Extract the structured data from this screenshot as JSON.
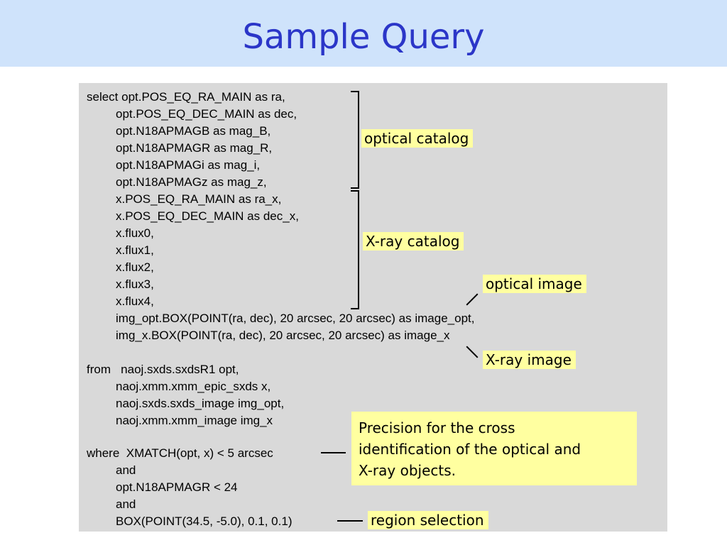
{
  "title": "Sample Query",
  "code": {
    "lines": [
      "select opt.POS_EQ_RA_MAIN as ra,",
      "opt.POS_EQ_DEC_MAIN as dec,",
      "opt.N18APMAGB as mag_B,",
      "opt.N18APMAGR as mag_R,",
      "opt.N18APMAGi as mag_i,",
      "opt.N18APMAGz as mag_z,",
      "x.POS_EQ_RA_MAIN as ra_x,",
      "x.POS_EQ_DEC_MAIN as dec_x,",
      "x.flux0,",
      "x.flux1,",
      "x.flux2,",
      "x.flux3,",
      "x.flux4,",
      "img_opt.BOX(POINT(ra, dec), 20 arcsec, 20 arcsec) as image_opt,",
      "img_x.BOX(POINT(ra, dec), 20 arcsec, 20 arcsec) as image_x",
      "from   naoj.sxds.sxdsR1 opt,",
      "naoj.xmm.xmm_epic_sxds x,",
      "naoj.sxds.sxds_image img_opt,",
      "naoj.xmm.xmm_image img_x",
      "where  XMATCH(opt, x) < 5 arcsec",
      "and",
      "opt.N18APMAGR < 24",
      "and",
      "BOX(POINT(34.5, -5.0), 0.1, 0.1)"
    ]
  },
  "labels": {
    "optical_catalog": "optical catalog",
    "xray_catalog": "X-ray catalog",
    "optical_image": "optical image",
    "xray_image": "X-ray image",
    "region_selection": "region selection"
  },
  "note": {
    "line1": "Precision for the cross",
    "line2": "identification of the optical and",
    "line3": "X-ray objects."
  }
}
